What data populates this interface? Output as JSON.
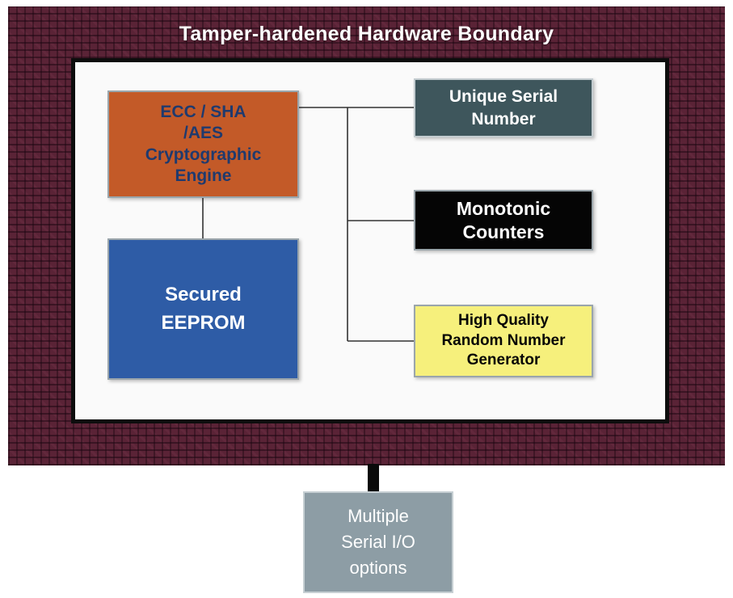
{
  "title": "Tamper-hardened Hardware Boundary",
  "blocks": {
    "crypto_engine": {
      "label": "ECC / SHA\n/AES\nCryptographic\nEngine",
      "bg": "#c35a28",
      "text_color": "#1f3a6e"
    },
    "eeprom": {
      "label": "Secured\nEEPROM",
      "bg": "#2e5ca6",
      "text_color": "#ffffff"
    },
    "serial_number": {
      "label": "Unique Serial\nNumber",
      "bg": "#3e565c",
      "text_color": "#ffffff"
    },
    "monotonic_counters": {
      "label": "Monotonic\nCounters",
      "bg": "#050505",
      "text_color": "#ffffff"
    },
    "random_number_generator": {
      "label": "High Quality\nRandom Number\nGenerator",
      "bg": "#f6f07c",
      "text_color": "#050505"
    },
    "serial_io": {
      "label": "Multiple\nSerial I/O\noptions",
      "bg": "#8d9da5",
      "text_color": "#ffffff"
    }
  },
  "colors": {
    "boundary_bg": "#5a2336",
    "inner_bg": "#fafafa",
    "inner_border": "#0d0d0d",
    "wire": "#333333"
  }
}
